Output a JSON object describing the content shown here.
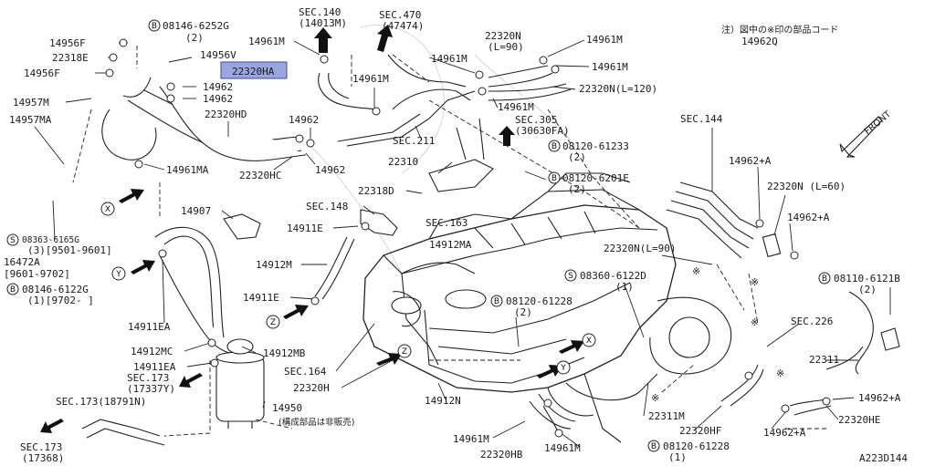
{
  "diagram_code": "A223D144",
  "note": {
    "line1": "注）図中の※印の部品コード",
    "line2": "14962Q"
  },
  "direction_label": "FRONT",
  "highlighted_part": "22320HA",
  "labels": {
    "sec140": "SEC.140",
    "sec140b": "(14013M)",
    "sec470": "SEC.470",
    "sec470b": "(47474)",
    "p14961m_a": "14961M",
    "p14961m_b": "14961M",
    "p14961m_c": "14961M",
    "p14961m_d": "14961M",
    "p14961m_e": "14961M",
    "p14961m_f": "14961M",
    "p14961m_g": "14961M",
    "p14961m_h": "14961M",
    "b08146_6252g": "08146-6252G",
    "b08146_6252g_q": "(2)",
    "p14956f_a": "14956F",
    "p22318e": "22318E",
    "p14956f_b": "14956F",
    "p14956v": "14956V",
    "p14962_a": "14962",
    "p14962_b": "14962",
    "p14962_c": "14962",
    "p14962_d": "14962",
    "p22320hd": "22320HD",
    "p22320hc": "22320HC",
    "p14957m": "14957M",
    "p14957ma": "14957MA",
    "p14961ma": "14961MA",
    "p22320n_90a": "22320N",
    "p22320n_90a_q": "(L=90)",
    "p22320n_120": "22320N(L=120)",
    "sec305": "SEC.305",
    "sec305b": "(30630FA)",
    "sec211": "SEC.211",
    "b08120_61233": "08120-61233",
    "b08120_61233_q": "(2)",
    "p22310": "22310",
    "b08120_6201e": "08120-6201E",
    "b08120_6201e_q": "(2)",
    "p22318d": "22318D",
    "sec148": "SEC.148",
    "p14911e_a": "14911E",
    "p14911e_b": "14911E",
    "sec163": "SEC.163",
    "p14912ma": "14912MA",
    "p14907": "14907",
    "s08363_6165g": "08363-6165G",
    "s08363_6165g_q": "(3)[9501-9601]",
    "p16472a": "16472A",
    "p16472a_r": "[9601-9702]",
    "b08146_6122g": "08146-6122G",
    "b08146_6122g_q": "(1)[9702-     ]",
    "p14912m": "14912M",
    "p14911ea_a": "14911EA",
    "p14912mc": "14912MC",
    "p14912mb": "14912MB",
    "p14911ea_b": "14911EA",
    "sec173_a": "SEC.173",
    "sec173_ab": "(17337Y)",
    "sec173_b": "SEC.173(18791N)",
    "sec173_c": "SEC.173",
    "sec173_cb": "(17368)",
    "p14950": "14950",
    "p14950_note": "(構成部品は非販売)",
    "sec164": "SEC.164",
    "p22320h": "22320H",
    "b08120_61228_a": "08120-61228",
    "b08120_61228_a_q": "(2)",
    "p14912n": "14912N",
    "sec144": "SEC.144",
    "p14962a_a": "14962+A",
    "p22320n_60": "22320N (L=60)",
    "p14962a_b": "14962+A",
    "p22320n_90b": "22320N(L=90)",
    "s08360_6122d": "08360-6122D",
    "s08360_6122d_q": "(1)",
    "b08110_6121b": "08110-6121B",
    "b08110_6121b_q": "(2)",
    "sec226": "SEC.226",
    "p22311": "22311",
    "p22311m": "22311M",
    "p22320hf": "22320HF",
    "p14962a_c": "14962+A",
    "p22320he": "22320HE",
    "p14962a_d": "14962+A",
    "p22320hb": "22320HB",
    "b08120_61228_b": "08120-61228",
    "b08120_61228_b_q": "(1)"
  },
  "symbols": {
    "bolt": "B",
    "screw": "S",
    "asterisk": "※"
  },
  "connectors": [
    "X",
    "Y",
    "Z"
  ]
}
